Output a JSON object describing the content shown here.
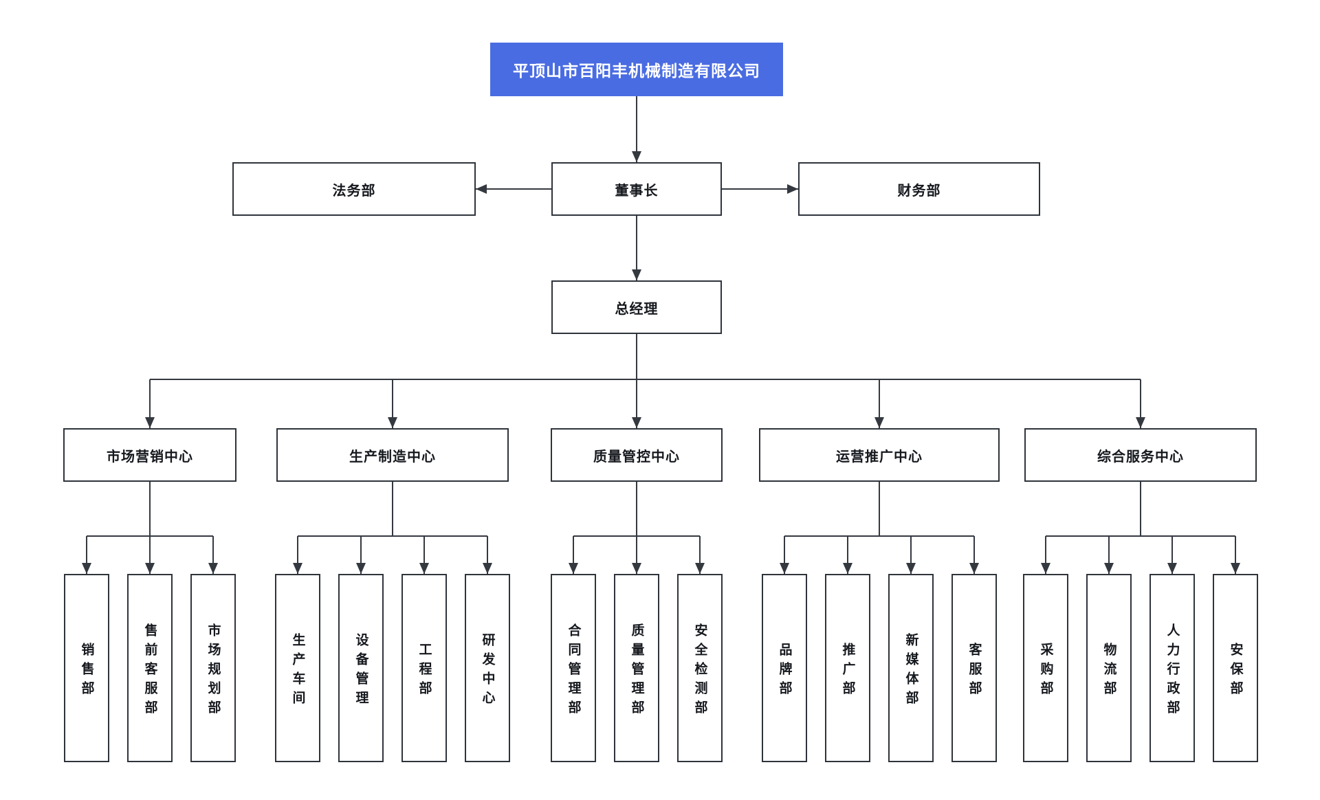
{
  "chart": {
    "company": {
      "label": "平顶山市百阳丰机械制造有限公司"
    },
    "legal": {
      "label": "法务部"
    },
    "chairman": {
      "label": "董事长"
    },
    "finance": {
      "label": "财务部"
    },
    "gm": {
      "label": "总经理"
    },
    "centers": [
      {
        "label": "市场营销中心",
        "departments": [
          {
            "label": "销售部"
          },
          {
            "label": "售前客服部"
          },
          {
            "label": "市场规划部"
          }
        ]
      },
      {
        "label": "生产制造中心",
        "departments": [
          {
            "label": "生产车间"
          },
          {
            "label": "设备管理"
          },
          {
            "label": "工程部"
          },
          {
            "label": "研发中心"
          }
        ]
      },
      {
        "label": "质量管控中心",
        "departments": [
          {
            "label": "合同管理部"
          },
          {
            "label": "质量管理部"
          },
          {
            "label": "安全检测部"
          }
        ]
      },
      {
        "label": "运营推广中心",
        "departments": [
          {
            "label": "品牌部"
          },
          {
            "label": "推广部"
          },
          {
            "label": "新媒体部"
          },
          {
            "label": "客服部"
          }
        ]
      },
      {
        "label": "综合服务中心",
        "departments": [
          {
            "label": "采购部"
          },
          {
            "label": "物流部"
          },
          {
            "label": "人力行政部"
          },
          {
            "label": "安保部"
          }
        ]
      }
    ],
    "colors": {
      "root_background": "#4a6ce2",
      "root_text": "#ffffff",
      "box_border": "#2e333b",
      "connector_line": "#34383f",
      "text": "#15181d",
      "page_background": "#ffffff"
    }
  }
}
